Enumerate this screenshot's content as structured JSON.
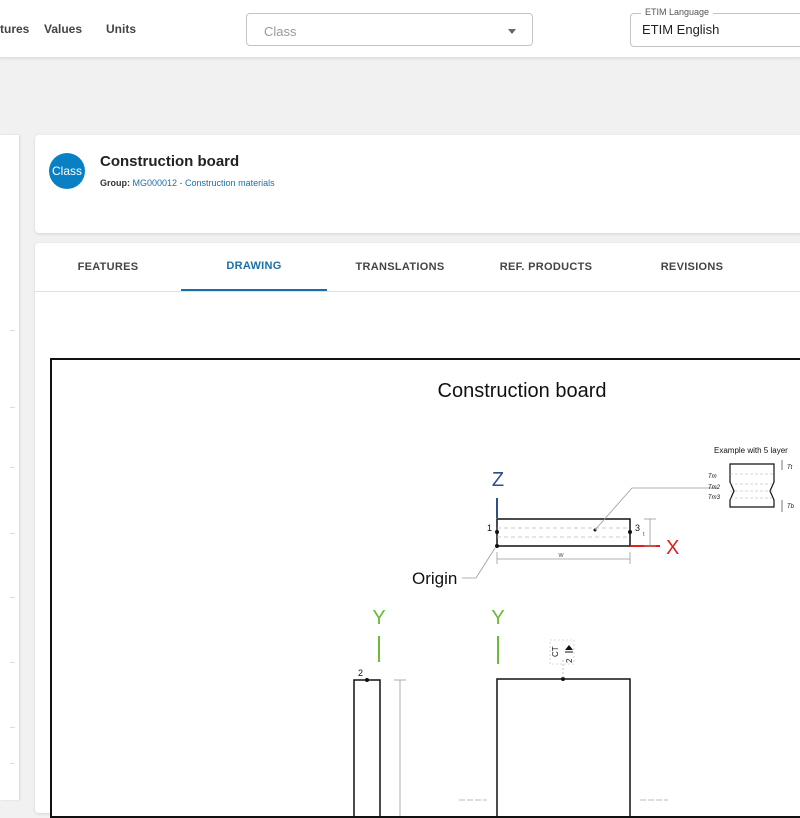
{
  "nav": {
    "features": "tures",
    "values": "Values",
    "units": "Units"
  },
  "class_select": {
    "placeholder": "Class"
  },
  "language": {
    "legend": "ETIM Language",
    "value": "ETIM English"
  },
  "header": {
    "avatar_label": "Class",
    "title": "Construction board",
    "group_label": "Group:",
    "group_value": "MG000012 - Construction materials"
  },
  "tabs": [
    {
      "label": "FEATURES",
      "active": false
    },
    {
      "label": "DRAWING",
      "active": true
    },
    {
      "label": "TRANSLATIONS",
      "active": false
    },
    {
      "label": "REF. PRODUCTS",
      "active": false
    },
    {
      "label": "REVISIONS",
      "active": false
    }
  ],
  "drawing": {
    "title": "Construction board",
    "axis_z": "Z",
    "axis_x": "X",
    "axis_y": "Y",
    "origin": "Origin",
    "point_1": "1",
    "point_2": "2",
    "point_3": "3",
    "dim_w": "w",
    "dim_t": "t",
    "example_note": "Example with 5 layer",
    "layer_tt": "Tt",
    "layer_tm": "Tm",
    "layer_tm2": "Tm2",
    "layer_tm3": "Tm3",
    "layer_tb": "Tb",
    "cl_label": "CT",
    "cl_value": "2",
    "colors": {
      "z": "#2d4f8a",
      "x": "#e0201c",
      "y": "#6cba3a"
    }
  },
  "colors": {
    "accent": "#1b6fa8",
    "avatar": "#0a80c4"
  }
}
